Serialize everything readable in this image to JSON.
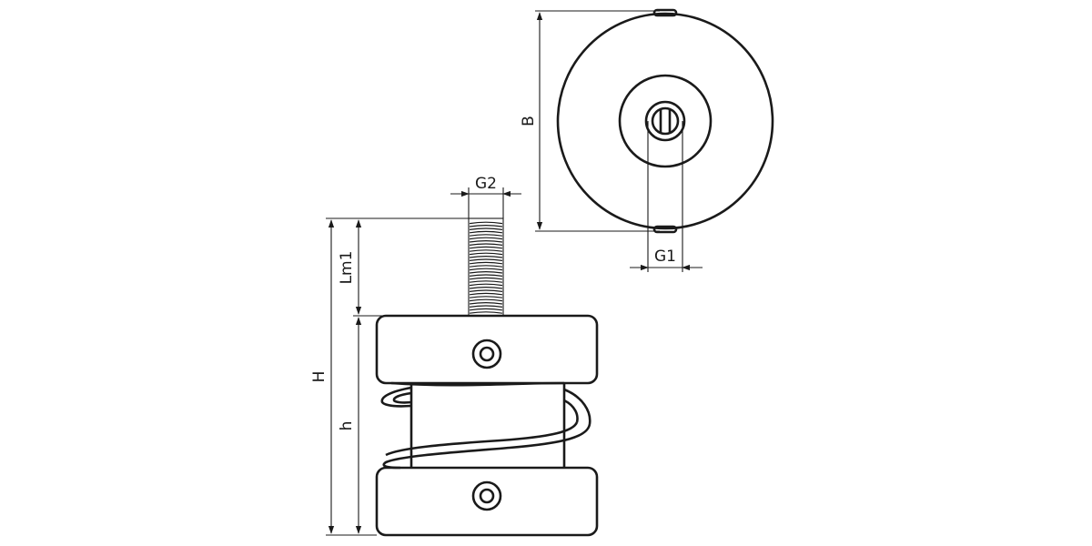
{
  "diagram": {
    "title": "",
    "colors": {
      "line": "#1a1a1a",
      "background": "#ffffff"
    },
    "dimensions": {
      "B": "B",
      "G1": "G1",
      "G2": "G2",
      "Lm1": "Lm1",
      "H": "H",
      "h": "h"
    },
    "views": [
      "side-view",
      "top-view"
    ]
  }
}
